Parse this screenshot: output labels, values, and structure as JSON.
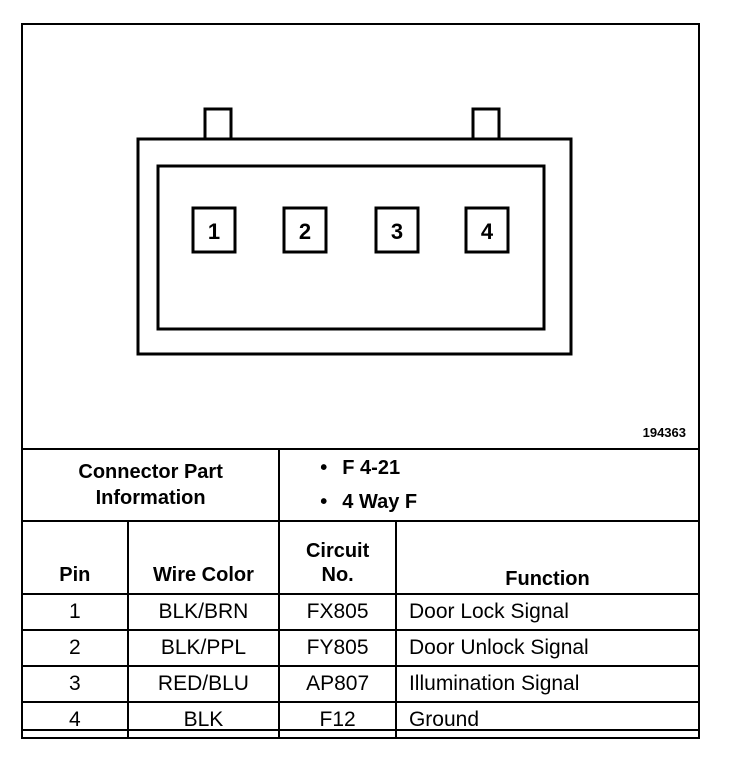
{
  "figure_number": "194363",
  "connector": {
    "pins": [
      "1",
      "2",
      "3",
      "4"
    ]
  },
  "part_info": {
    "label_line1": "Connector Part",
    "label_line2": "Information",
    "items": [
      "F 4-21",
      "4 Way F"
    ]
  },
  "table": {
    "headers": {
      "pin": "Pin",
      "wire_color": "Wire Color",
      "circuit_line1": "Circuit",
      "circuit_line2": "No.",
      "function": "Function"
    },
    "rows": [
      {
        "pin": "1",
        "wire_color": "BLK/BRN",
        "circuit": "FX805",
        "function": "Door Lock Signal"
      },
      {
        "pin": "2",
        "wire_color": "BLK/PPL",
        "circuit": "FY805",
        "function": "Door Unlock Signal"
      },
      {
        "pin": "3",
        "wire_color": "RED/BLU",
        "circuit": "AP807",
        "function": "Illumination Signal"
      },
      {
        "pin": "4",
        "wire_color": "BLK",
        "circuit": "F12",
        "function": "Ground"
      }
    ]
  }
}
